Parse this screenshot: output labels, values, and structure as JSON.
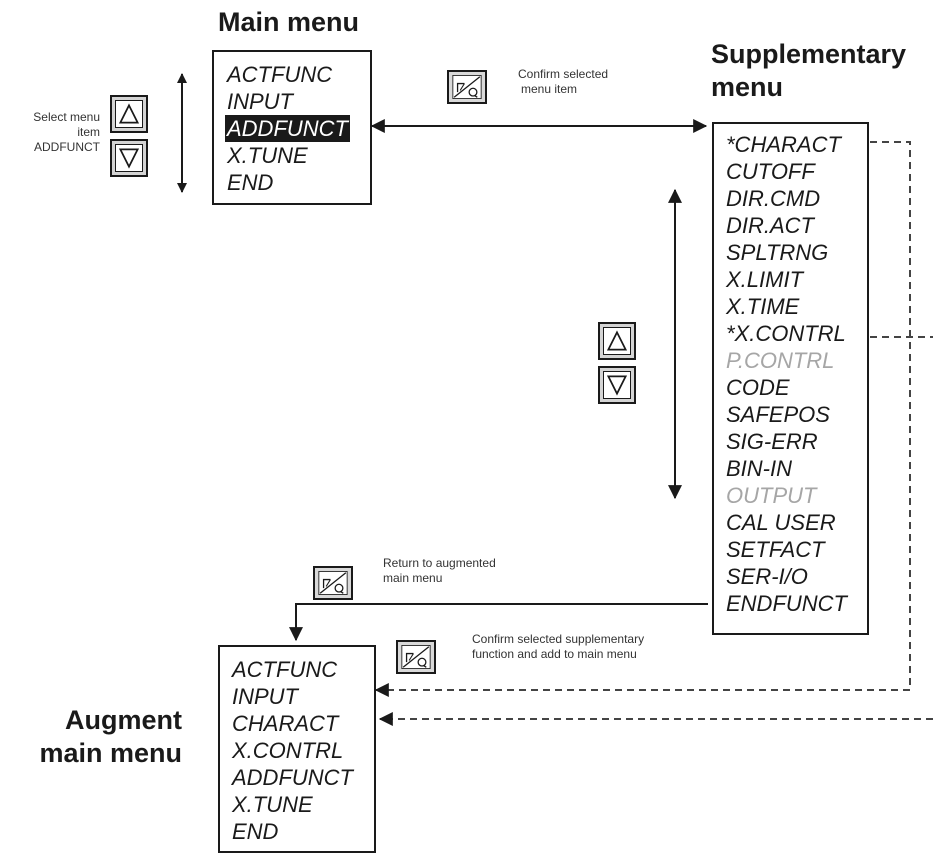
{
  "main_menu": {
    "title": "Main menu",
    "items": [
      "ACTFUNC",
      "INPUT",
      "ADDFUNCT",
      "X.TUNE",
      "END"
    ]
  },
  "supplementary_menu": {
    "title_line1": "Supplementary",
    "title_line2": "menu",
    "items": [
      "*CHARACT",
      "CUTOFF",
      "DIR.CMD",
      "DIR.ACT",
      "SPLTRNG",
      "X.LIMIT",
      "X.TIME",
      "*X.CONTRL",
      "P.CONTRL",
      "CODE",
      "SAFEPOS",
      "SIG-ERR",
      "BIN-IN",
      "OUTPUT",
      "CAL USER",
      "SETFACT",
      "SER-I/O",
      "ENDFUNCT"
    ]
  },
  "augmented_menu": {
    "title_line1": "Augment",
    "title_line2": "main menu",
    "items": [
      "ACTFUNC",
      "INPUT",
      "CHARACT",
      "X.CONTRL",
      "ADDFUNCT",
      "X.TUNE",
      "END"
    ]
  },
  "notes": {
    "select_line1": "Select menu",
    "select_line2": "item",
    "select_line3": "ADDFUNCT",
    "confirm_item_line1": "Confirm selected",
    "confirm_item_line2": "menu item",
    "return_line1": "Return to augmented",
    "return_line2": "main menu",
    "confirm_supp_line1": "Confirm selected supplementary",
    "confirm_supp_line2": "function and add to main menu"
  },
  "icons": {
    "up_key": "arrow-up-key-icon",
    "down_key": "arrow-down-key-icon",
    "enter_key": "enter-key-icon"
  },
  "colors": {
    "line": "#1a1a1a",
    "selected_bg": "#1a1a1a",
    "selected_text": "#ffffff",
    "disabled_text": "#a6a6a6",
    "key_frame": "#d4d4d4",
    "dashed_line": "#444444"
  }
}
